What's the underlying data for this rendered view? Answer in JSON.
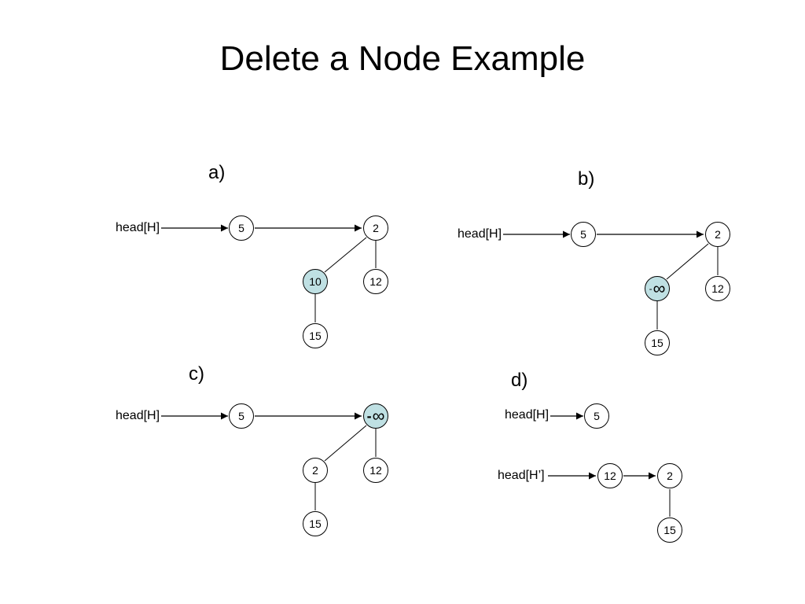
{
  "title": "Delete a Node Example",
  "colors": {
    "highlight_fill": "#bfe0e3",
    "stroke": "#000000"
  },
  "panels": {
    "a": {
      "label": "a)",
      "head": "head[H]",
      "nodes": {
        "n5": "5",
        "n2": "2",
        "n10": "10",
        "n12": "12",
        "n15": "15"
      }
    },
    "b": {
      "label": "b)",
      "head": "head[H]",
      "nodes": {
        "n5": "5",
        "n2": "2",
        "ninf_minus": "-",
        "ninf": "∞",
        "n12": "12",
        "n15": "15"
      }
    },
    "c": {
      "label": "c)",
      "head": "head[H]",
      "nodes": {
        "n5": "5",
        "ninf_minus": "-",
        "ninf": "∞",
        "n2": "2",
        "n12": "12",
        "n15": "15"
      }
    },
    "d": {
      "label": "d)",
      "head1": "head[H]",
      "head2": "head[H’]",
      "nodes": {
        "n5": "5",
        "n12": "12",
        "n2": "2",
        "n15": "15"
      }
    }
  }
}
